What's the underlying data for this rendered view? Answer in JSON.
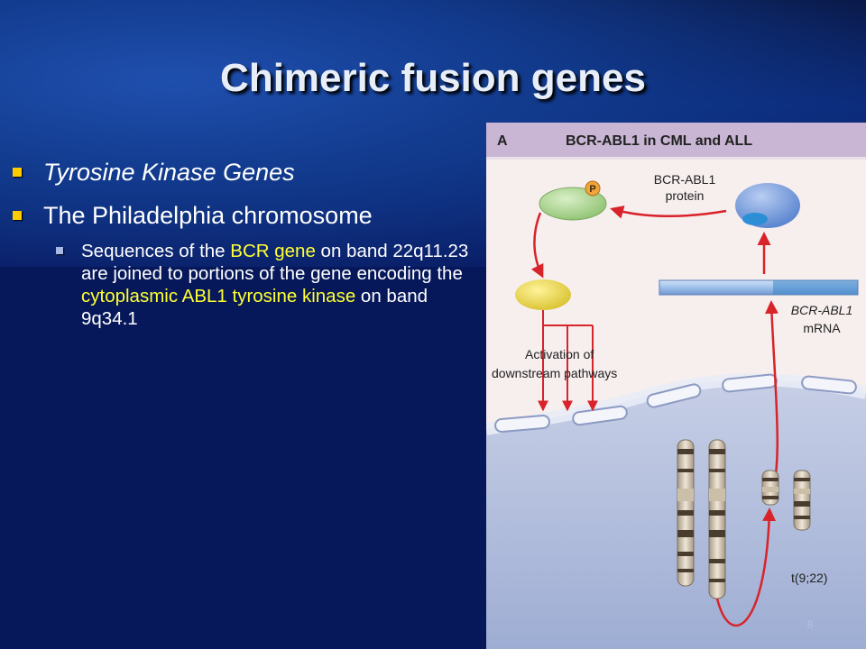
{
  "slide": {
    "title": "Chimeric fusion genes",
    "page_number": "8"
  },
  "bullets": [
    {
      "text": "Tyrosine Kinase Genes"
    },
    {
      "text": "The Philadelphia chromosome",
      "sub": {
        "parts": [
          "Sequences of the ",
          "BCR gene",
          " on band 22q11.23 are joined to portions of the gene encoding the ",
          "cytoplasmic ABL1 tyrosine kinase",
          " on band 9q34.1"
        ]
      }
    }
  ],
  "figure": {
    "panel_letter": "A",
    "panel_title": "BCR-ABL1 in CML and ALL",
    "protein_label": [
      "BCR-ABL1",
      "protein"
    ],
    "mrna_label": [
      "BCR-ABL1",
      "mRNA"
    ],
    "activation_label": [
      "Activation of",
      "downstream pathways"
    ],
    "phospho_label": "P",
    "translocation_label": "t(9;22)",
    "colors": {
      "header_bg": "#c8b6d4",
      "arrow": "#d8232a",
      "green_blob": "#a7cf8a",
      "yellow_blob": "#ecd852",
      "blue_blob": "#6f95d8",
      "nucleus": "#a9b6d8"
    }
  }
}
